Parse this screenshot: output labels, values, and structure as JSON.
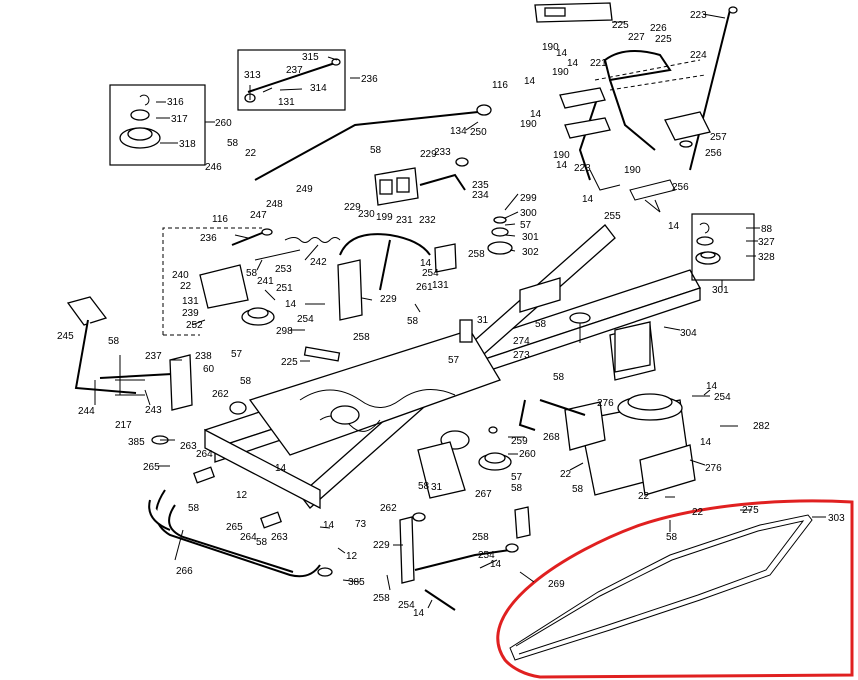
{
  "diagram": {
    "highlight_color": "#e02020",
    "labels": {
      "l223a": "223",
      "l225a": "225",
      "l226": "226",
      "l225b": "225",
      "l227": "227",
      "l224": "224",
      "l221": "221",
      "l190a": "190",
      "l14a": "14",
      "l14b": "14",
      "l190b": "190",
      "l315": "315",
      "l313": "313",
      "l237a": "237",
      "l236a": "236",
      "l314": "314",
      "l131a": "131",
      "l116a": "116",
      "l14c": "14",
      "l316": "316",
      "l317": "317",
      "l260a": "260",
      "l318": "318",
      "l134": "134",
      "l250": "250",
      "l190c": "190",
      "l14d": "14",
      "l257": "257",
      "l256a": "256",
      "l256b": "256",
      "l58a": "58",
      "l22a": "22",
      "l246": "246",
      "l249": "249",
      "l58b": "58",
      "l229a": "229",
      "l233": "233",
      "l190d": "190",
      "l14e": "14",
      "l223b": "223",
      "l190e": "190",
      "l248": "248",
      "l247": "247",
      "l116b": "116",
      "l235": "235",
      "l234": "234",
      "l229b": "229",
      "l230": "230",
      "l199": "199",
      "l231": "231",
      "l232": "232",
      "l14f": "14",
      "l255": "255",
      "l14g": "14",
      "l299": "299",
      "l300": "300",
      "l57a": "57",
      "l301a": "301",
      "l302": "302",
      "l88": "88",
      "l327": "327",
      "l328": "328",
      "l301b": "301",
      "l236b": "236",
      "l242": "242",
      "l253": "253",
      "l258a": "258",
      "l14h": "14",
      "l254a": "254",
      "l240": "240",
      "l22b": "22",
      "l58c": "58",
      "l241": "241",
      "l251": "251",
      "l131b": "131",
      "l239": "239",
      "l229c": "229",
      "l261": "261",
      "l131c": "131",
      "l14i": "14",
      "l254b": "254",
      "l58d": "58",
      "l252": "252",
      "l298": "298",
      "l258b": "258",
      "l31": "31",
      "l58e": "58",
      "l304": "304",
      "l245": "245",
      "l58f": "58",
      "l238": "238",
      "l57b": "57",
      "l60": "60",
      "l58g": "58",
      "l237b": "237",
      "l225c": "225",
      "l57c": "57",
      "l274": "274",
      "l273": "273",
      "l58h": "58",
      "l14j": "14",
      "l254c": "254",
      "l276a": "276",
      "l244": "244",
      "l217": "217",
      "l243": "243",
      "l262a": "262",
      "l282": "282",
      "l385a": "385",
      "l263a": "263",
      "l264": "264",
      "l259": "259",
      "l268": "268",
      "l260b": "260",
      "l14k": "14",
      "l276b": "276",
      "l265a": "265",
      "l12a": "12",
      "l58i": "58",
      "l57d": "57",
      "l58j": "58",
      "l22c": "22",
      "l58k": "58",
      "l22d": "22",
      "l58l": "58",
      "l22e": "22",
      "l275": "275",
      "l303": "303",
      "l267": "267",
      "l262b": "262",
      "l73": "73",
      "l58m": "58",
      "l265b": "265",
      "l264b": "264",
      "l58n": "58",
      "l263b": "263",
      "l14l": "14",
      "l12b": "12",
      "l266": "266",
      "l258c": "258",
      "l229d": "229",
      "l254d": "254",
      "l14m": "14",
      "l385b": "385",
      "l258d": "258",
      "l269": "269",
      "l254e": "254",
      "l14n": "14"
    }
  }
}
